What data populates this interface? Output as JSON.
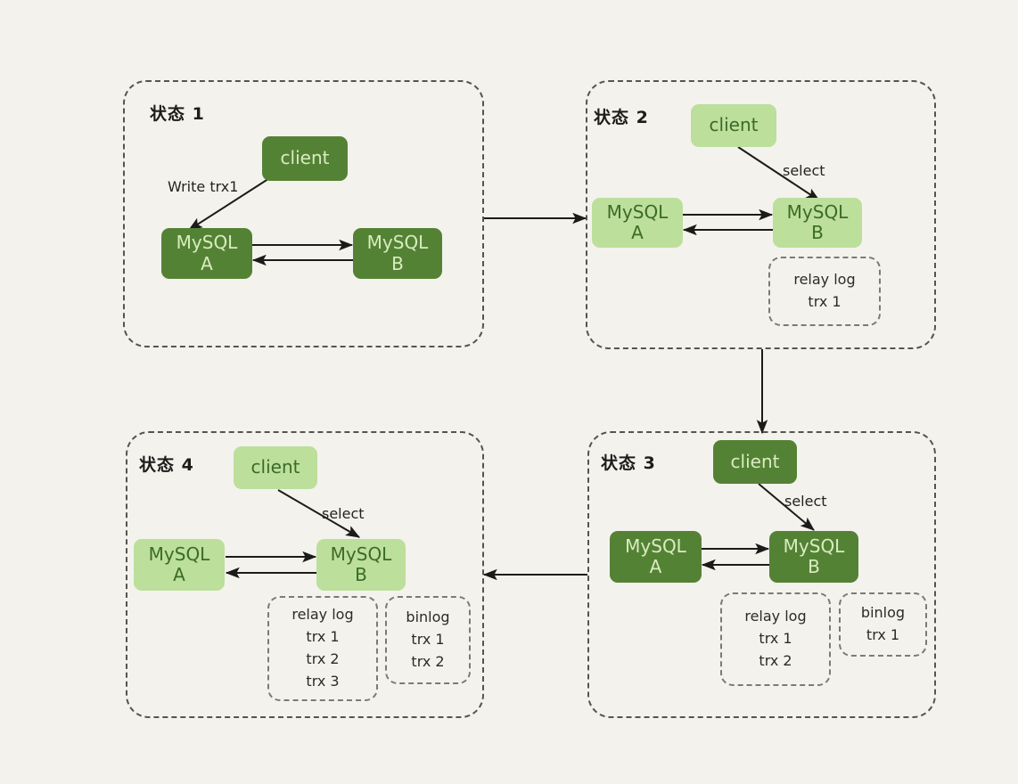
{
  "diagram": {
    "background_color": "#f4f2ed",
    "node_dark_color": "#548235",
    "node_dark_text_color": "#d9ecc0",
    "node_light_color": "#bcdf9b",
    "node_light_text_color": "#3b6b28",
    "panel_border_color": "#55544f",
    "log_border_color": "#7b7a74",
    "arrow_color": "#1b1b19"
  },
  "panels": [
    {
      "id": "state1",
      "label": "状态 1",
      "nodes": {
        "client": {
          "line1": "client",
          "line2": "",
          "style": "dark"
        },
        "mysql_a": {
          "line1": "MySQL",
          "line2": "A",
          "style": "dark"
        },
        "mysql_b": {
          "line1": "MySQL",
          "line2": "B",
          "style": "dark"
        }
      },
      "edge_label": "Write trx1",
      "logs": []
    },
    {
      "id": "state2",
      "label": "状态 2",
      "nodes": {
        "client": {
          "line1": "client",
          "line2": "",
          "style": "light"
        },
        "mysql_a": {
          "line1": "MySQL",
          "line2": "A",
          "style": "light"
        },
        "mysql_b": {
          "line1": "MySQL",
          "line2": "B",
          "style": "light"
        }
      },
      "edge_label": "select",
      "logs": [
        {
          "title": "relay log",
          "entries": [
            "trx 1"
          ]
        }
      ]
    },
    {
      "id": "state3",
      "label": "状态 3",
      "nodes": {
        "client": {
          "line1": "client",
          "line2": "",
          "style": "dark"
        },
        "mysql_a": {
          "line1": "MySQL",
          "line2": "A",
          "style": "dark"
        },
        "mysql_b": {
          "line1": "MySQL",
          "line2": "B",
          "style": "dark"
        }
      },
      "edge_label": "select",
      "logs": [
        {
          "title": "relay log",
          "entries": [
            "trx 1",
            "trx 2"
          ]
        },
        {
          "title": "binlog",
          "entries": [
            "trx 1"
          ]
        }
      ]
    },
    {
      "id": "state4",
      "label": "状态 4",
      "nodes": {
        "client": {
          "line1": "client",
          "line2": "",
          "style": "light"
        },
        "mysql_a": {
          "line1": "MySQL",
          "line2": "A",
          "style": "light"
        },
        "mysql_b": {
          "line1": "MySQL",
          "line2": "B",
          "style": "light"
        }
      },
      "edge_label": "select",
      "logs": [
        {
          "title": "relay log",
          "entries": [
            "trx 1",
            "trx 2",
            "trx 3"
          ]
        },
        {
          "title": "binlog",
          "entries": [
            "trx 1",
            "trx 2"
          ]
        }
      ]
    }
  ],
  "flow": {
    "step_1_to_2": "",
    "step_2_to_3": "",
    "step_3_to_4": ""
  }
}
